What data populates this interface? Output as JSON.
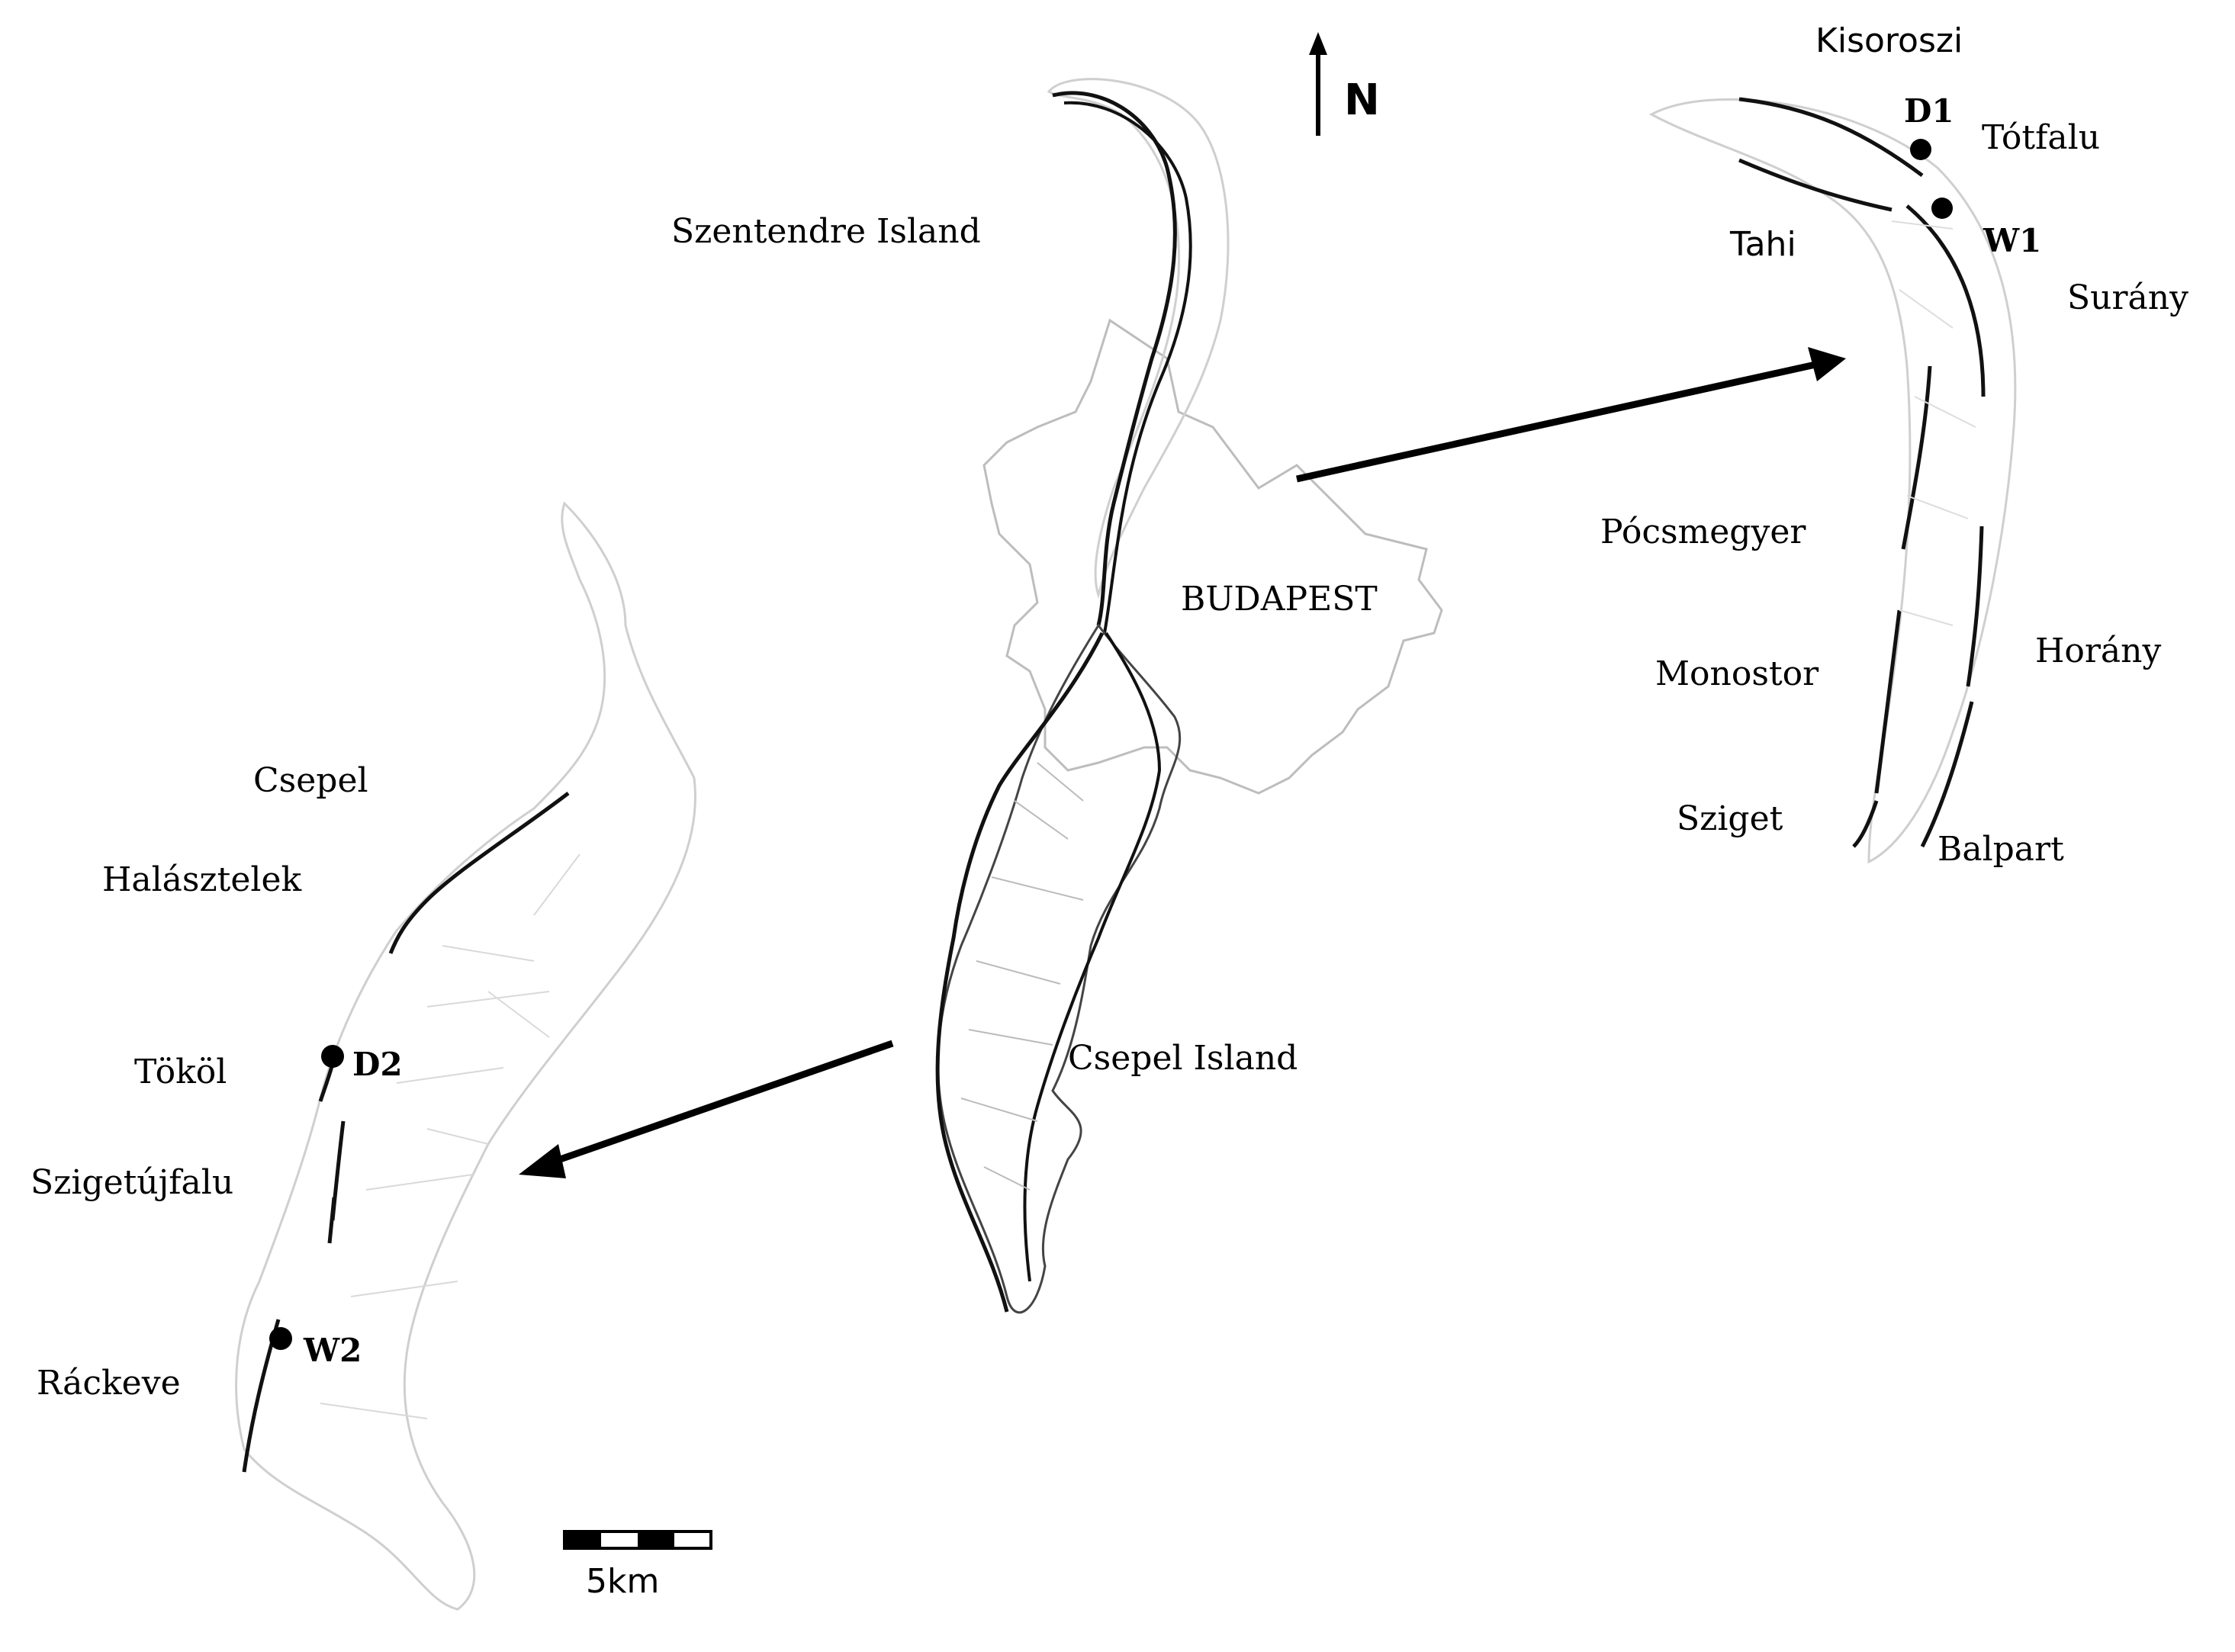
{
  "north_arrow": {
    "label": "N"
  },
  "center_map": {
    "labels": {
      "szentendre": "Szentendre Island",
      "budapest": "BUDAPEST",
      "csepel_island": "Csepel Island"
    }
  },
  "north_inset": {
    "places": {
      "kisoroszi": "Kisoroszi",
      "totfalu": "Tótfalu",
      "tahi": "Tahi",
      "surany": "Surány",
      "pocsmegyer": "Pócsmegyer",
      "horany": "Horány",
      "monostor": "Monostor",
      "sziget": "Sziget",
      "balpart": "Balpart"
    },
    "sites": {
      "d1": "D1",
      "w1": "W1"
    }
  },
  "south_inset": {
    "places": {
      "csepel": "Csepel",
      "halasztelek": "Halásztelek",
      "tokol": "Tököl",
      "szigetujfalu": "Szigetújfalu",
      "rackeve": "Ráckeve"
    },
    "sites": {
      "d2": "D2",
      "w2": "W2"
    }
  },
  "scale_bar": {
    "label": "5km"
  },
  "colors": {
    "river": "#111111",
    "outline": "#c8c8c8",
    "marker": "#000000"
  }
}
